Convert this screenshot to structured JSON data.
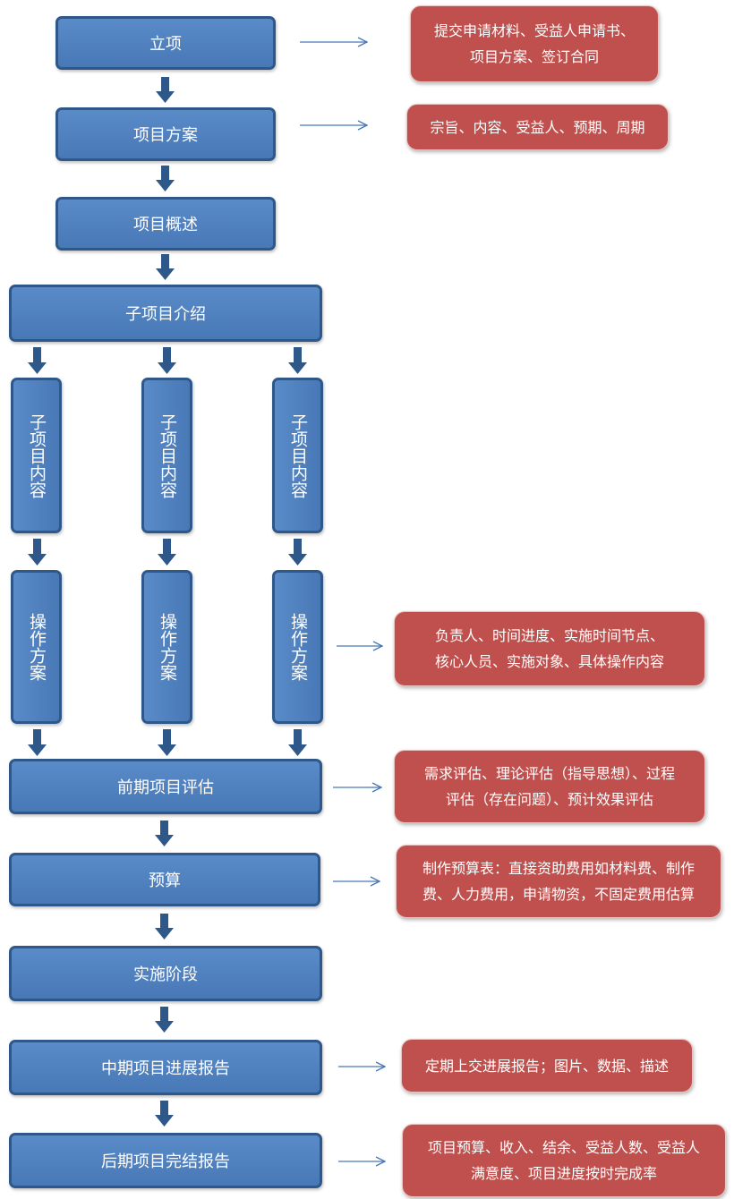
{
  "steps": {
    "lixiang": "立项",
    "fangan": "项目方案",
    "gaishu": "项目概述",
    "jieshao": "子项目介绍",
    "sub_content": [
      "子项目内容",
      "子项目内容",
      "子项目内容"
    ],
    "sub_plan": [
      "操作方案",
      "操作方案",
      "操作方案"
    ],
    "qianqi": "前期项目评估",
    "yusuan": "预算",
    "shishi": "实施阶段",
    "zhongqi": "中期项目进展报告",
    "houqi": "后期项目完结报告"
  },
  "notes": {
    "lixiang": [
      "提交申请材料、受益人申请书、",
      "项目方案、签订合同"
    ],
    "fangan": [
      "宗旨、内容、受益人、预期、周期"
    ],
    "plan": [
      "负责人、时间进度、实施时间节点、",
      "核心人员、实施对象、具体操作内容"
    ],
    "qianqi": [
      "需求评估、理论评估（指导思想）、过程",
      "评估（存在问题）、预计效果评估"
    ],
    "yusuan": [
      "制作预算表：直接资助费用如材料费、制作",
      "费、人力费用，申请物资，不固定费用估算"
    ],
    "zhongqi": [
      "定期上交进展报告；图片、数据、描述"
    ],
    "houqi": [
      "项目预算、收入、结余、受益人数、受益人",
      "满意度、项目进度按时完成率"
    ]
  },
  "colors": {
    "box_fill": "#4f81bd",
    "box_border": "#2e5889",
    "note_fill": "#c0504d",
    "arrow": "#4878b6"
  }
}
